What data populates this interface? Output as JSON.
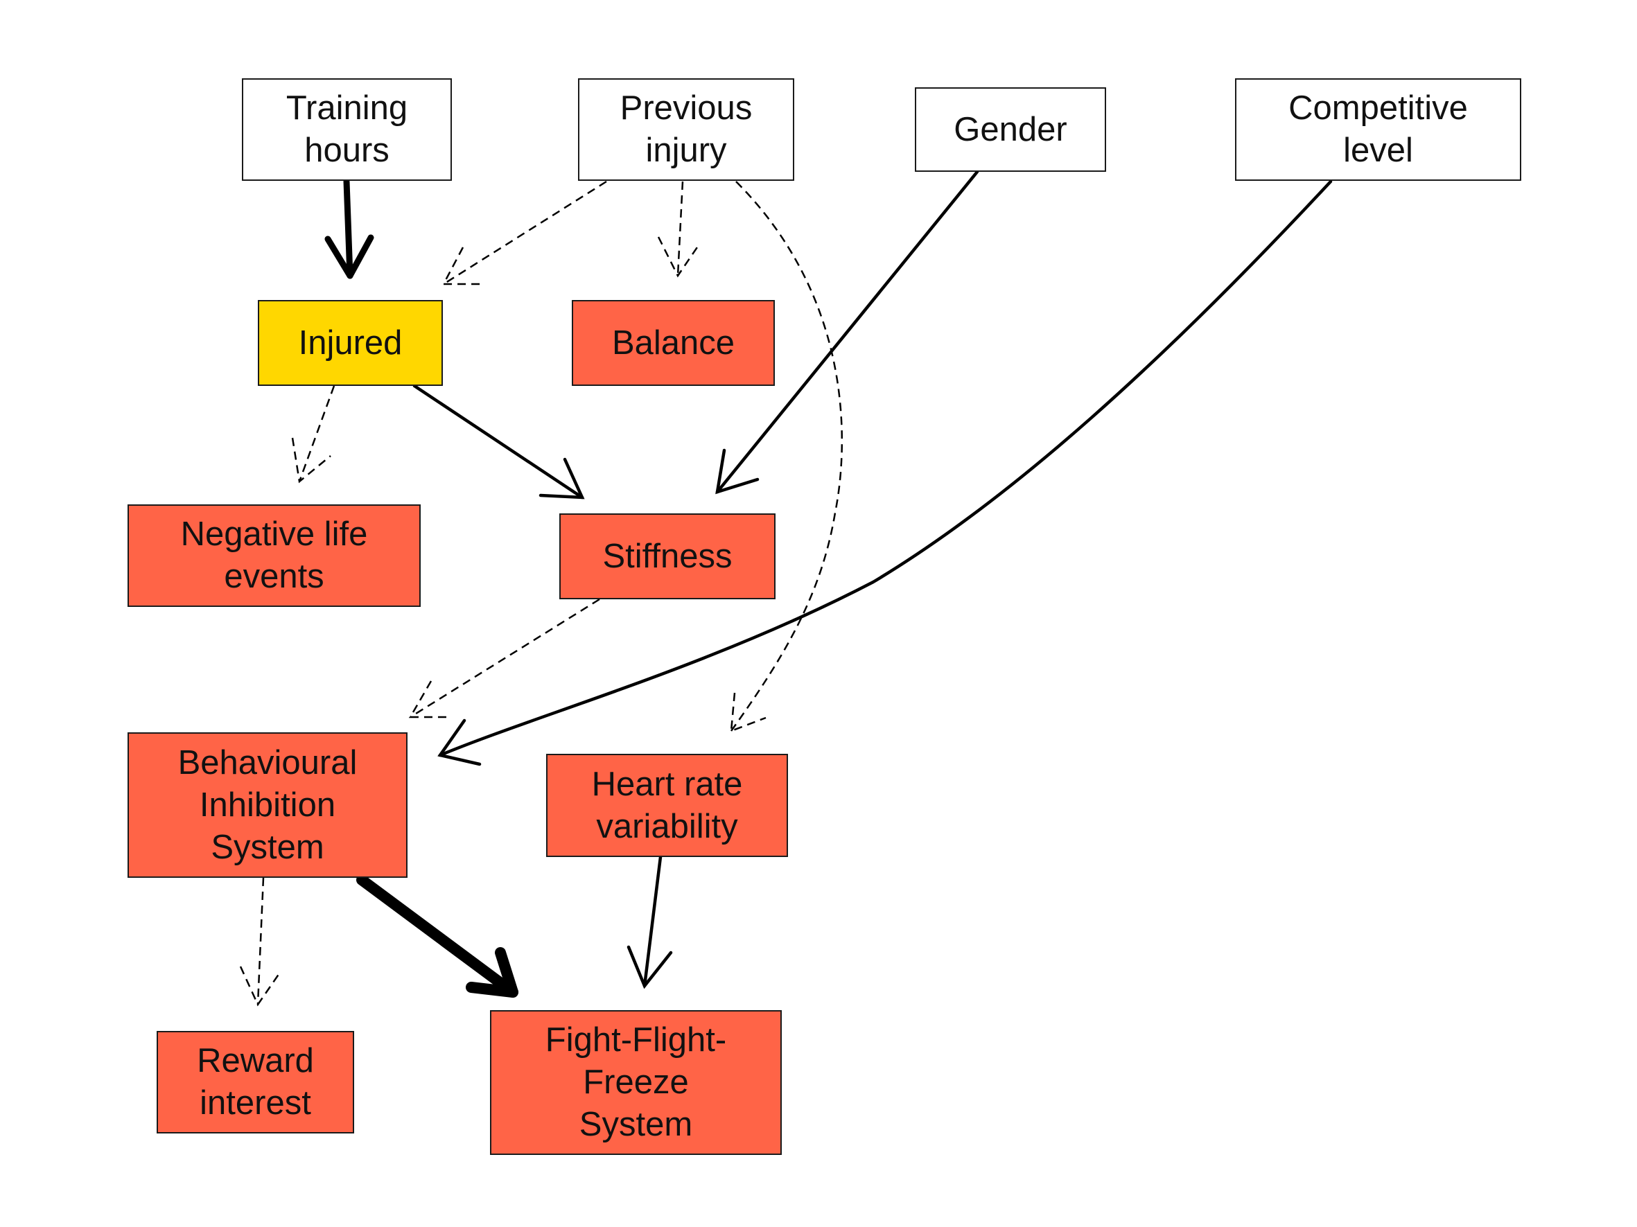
{
  "colors": {
    "covariate_fill": "#ffffff",
    "outcome_fill": "#ff6447",
    "injured_fill": "#ffd700",
    "stroke": "#000000"
  },
  "nodes": {
    "training_hours": {
      "label": "Training\nhours",
      "fill": "covariate_fill"
    },
    "previous_injury": {
      "label": "Previous\ninjury",
      "fill": "covariate_fill"
    },
    "gender": {
      "label": "Gender",
      "fill": "covariate_fill"
    },
    "competitive_level": {
      "label": "Competitive\nlevel",
      "fill": "covariate_fill"
    },
    "injured": {
      "label": "Injured",
      "fill": "injured_fill"
    },
    "balance": {
      "label": "Balance",
      "fill": "outcome_fill"
    },
    "negative_life_events": {
      "label": "Negative life\nevents",
      "fill": "outcome_fill"
    },
    "stiffness": {
      "label": "Stiffness",
      "fill": "outcome_fill"
    },
    "behavioural_inhibition_system": {
      "label": "Behavioural\nInhibition\nSystem",
      "fill": "outcome_fill"
    },
    "heart_rate_variability": {
      "label": "Heart rate\nvariability",
      "fill": "outcome_fill"
    },
    "reward_interest": {
      "label": "Reward\ninterest",
      "fill": "outcome_fill"
    },
    "fight_flight_freeze_system": {
      "label": "Fight-Flight-\nFreeze\nSystem",
      "fill": "outcome_fill"
    }
  },
  "edges": [
    {
      "from": "training_hours",
      "to": "injured",
      "style": "solid",
      "weight": "thick"
    },
    {
      "from": "previous_injury",
      "to": "injured",
      "style": "dashed",
      "weight": "thin"
    },
    {
      "from": "previous_injury",
      "to": "balance",
      "style": "dashed",
      "weight": "thin"
    },
    {
      "from": "previous_injury",
      "to": "heart_rate_variability",
      "style": "dashed",
      "weight": "thin"
    },
    {
      "from": "gender",
      "to": "stiffness",
      "style": "solid",
      "weight": "medium"
    },
    {
      "from": "competitive_level",
      "to": "behavioural_inhibition_system",
      "style": "solid",
      "weight": "medium"
    },
    {
      "from": "injured",
      "to": "negative_life_events",
      "style": "dashed",
      "weight": "thin"
    },
    {
      "from": "injured",
      "to": "stiffness",
      "style": "solid",
      "weight": "medium"
    },
    {
      "from": "stiffness",
      "to": "behavioural_inhibition_system",
      "style": "dashed",
      "weight": "thin"
    },
    {
      "from": "behavioural_inhibition_system",
      "to": "reward_interest",
      "style": "dashed",
      "weight": "thin"
    },
    {
      "from": "behavioural_inhibition_system",
      "to": "fight_flight_freeze_system",
      "style": "solid",
      "weight": "very-thick"
    },
    {
      "from": "heart_rate_variability",
      "to": "fight_flight_freeze_system",
      "style": "solid",
      "weight": "medium"
    }
  ]
}
